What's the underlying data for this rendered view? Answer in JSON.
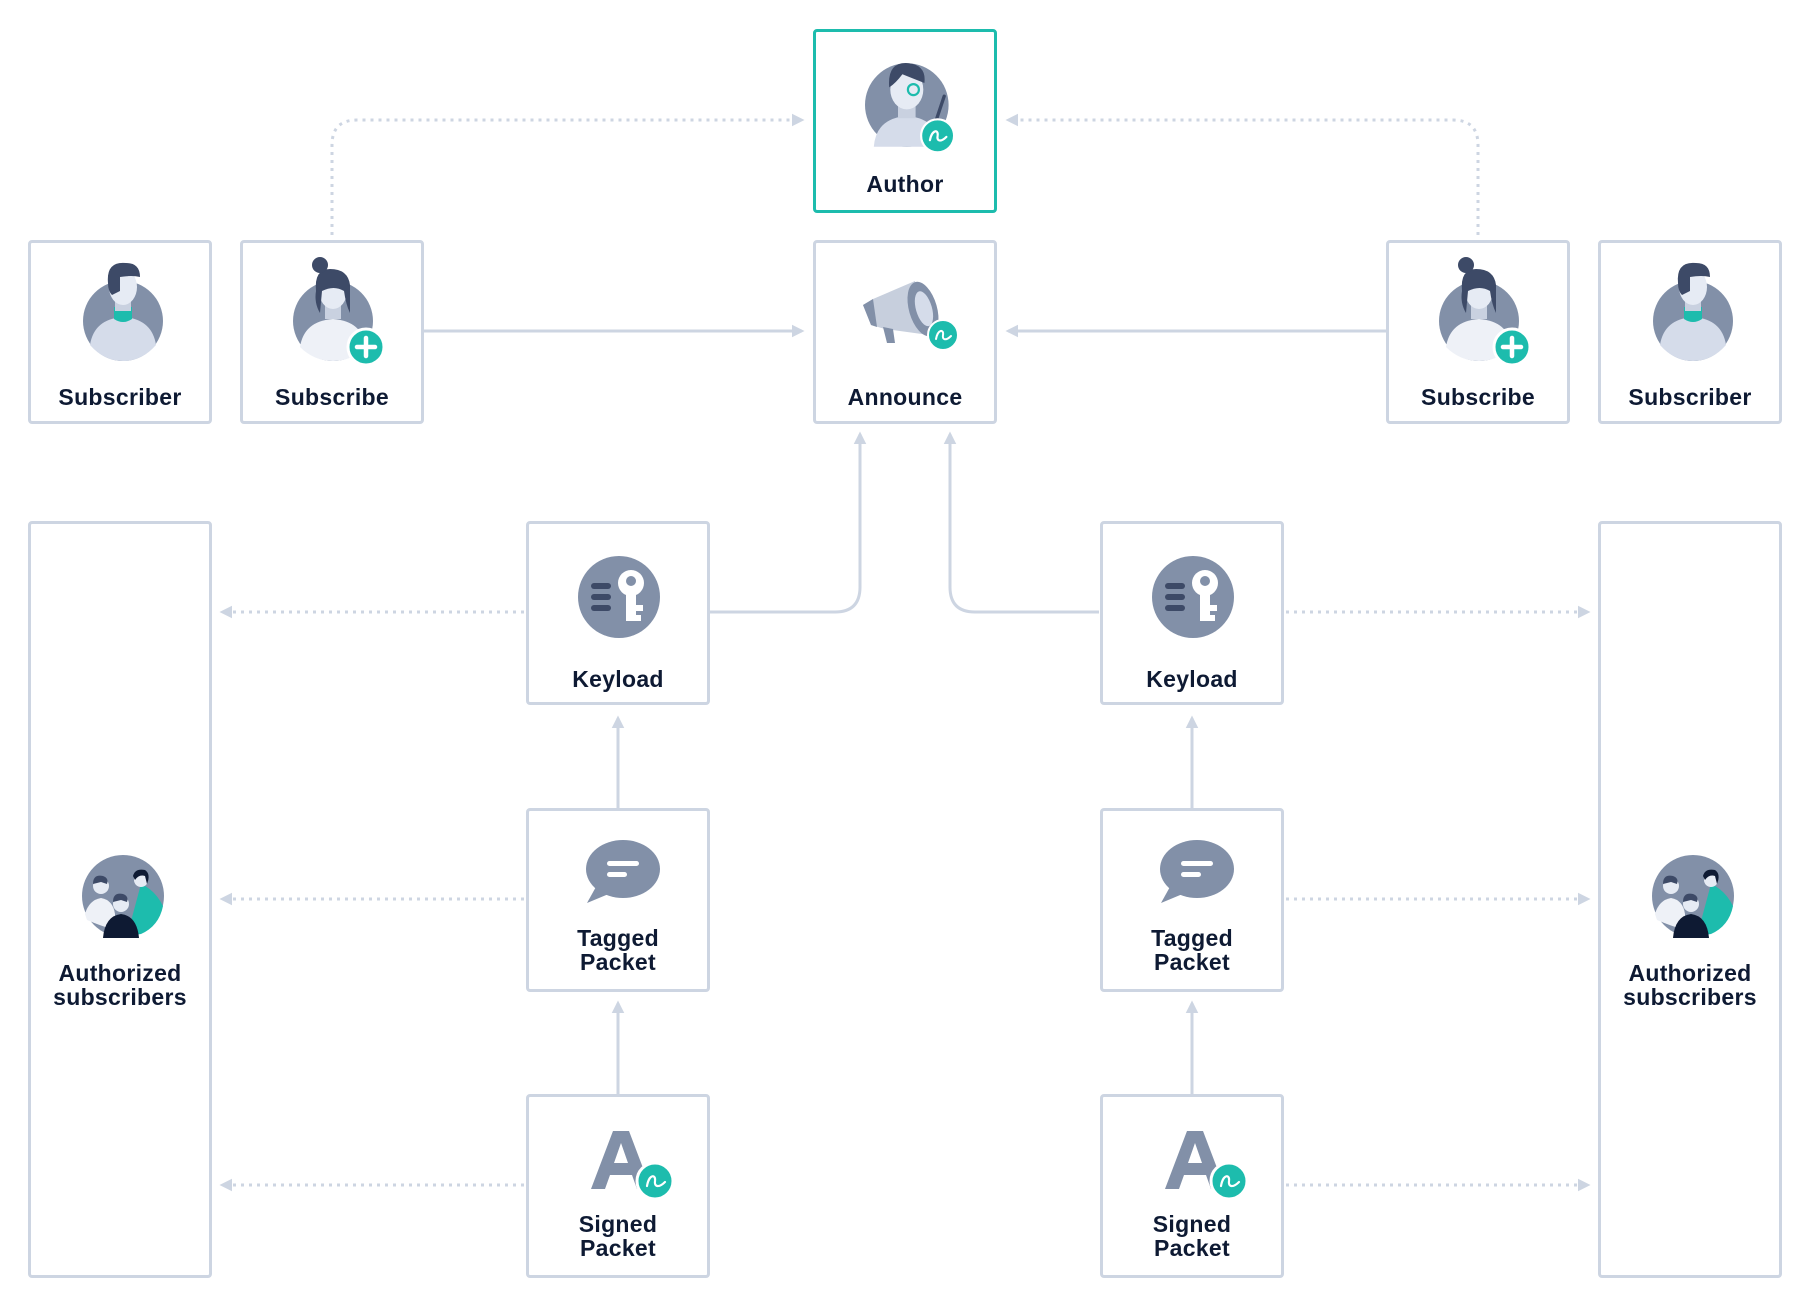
{
  "colors": {
    "border": "#cdd5e2",
    "accent": "#1dbcad",
    "icon_gray": "#8290a8",
    "icon_dark": "#3d4a67",
    "text": "#0e1a33"
  },
  "nodes": {
    "author": {
      "label": "Author",
      "icon": "author-icon"
    },
    "announce": {
      "label": "Announce",
      "icon": "megaphone-icon"
    },
    "subscriber_left": {
      "label": "Subscriber",
      "icon": "user-icon"
    },
    "subscribe_left": {
      "label": "Subscribe",
      "icon": "user-add-icon"
    },
    "subscribe_right": {
      "label": "Subscribe",
      "icon": "user-add-icon"
    },
    "subscriber_right": {
      "label": "Subscriber",
      "icon": "user-icon"
    },
    "keyload_left": {
      "label": "Keyload",
      "icon": "key-icon"
    },
    "keyload_right": {
      "label": "Keyload",
      "icon": "key-icon"
    },
    "tagged_left": {
      "label": "Tagged\nPacket",
      "icon": "chat-bubble-icon"
    },
    "tagged_right": {
      "label": "Tagged\nPacket",
      "icon": "chat-bubble-icon"
    },
    "signed_left": {
      "label": "Signed\nPacket",
      "icon": "signed-letter-icon"
    },
    "signed_right": {
      "label": "Signed\nPacket",
      "icon": "signed-letter-icon"
    },
    "authorized_left": {
      "label": "Authorized\nsubscribers",
      "icon": "user-group-icon"
    },
    "authorized_right": {
      "label": "Authorized\nsubscribers",
      "icon": "user-group-icon"
    }
  }
}
